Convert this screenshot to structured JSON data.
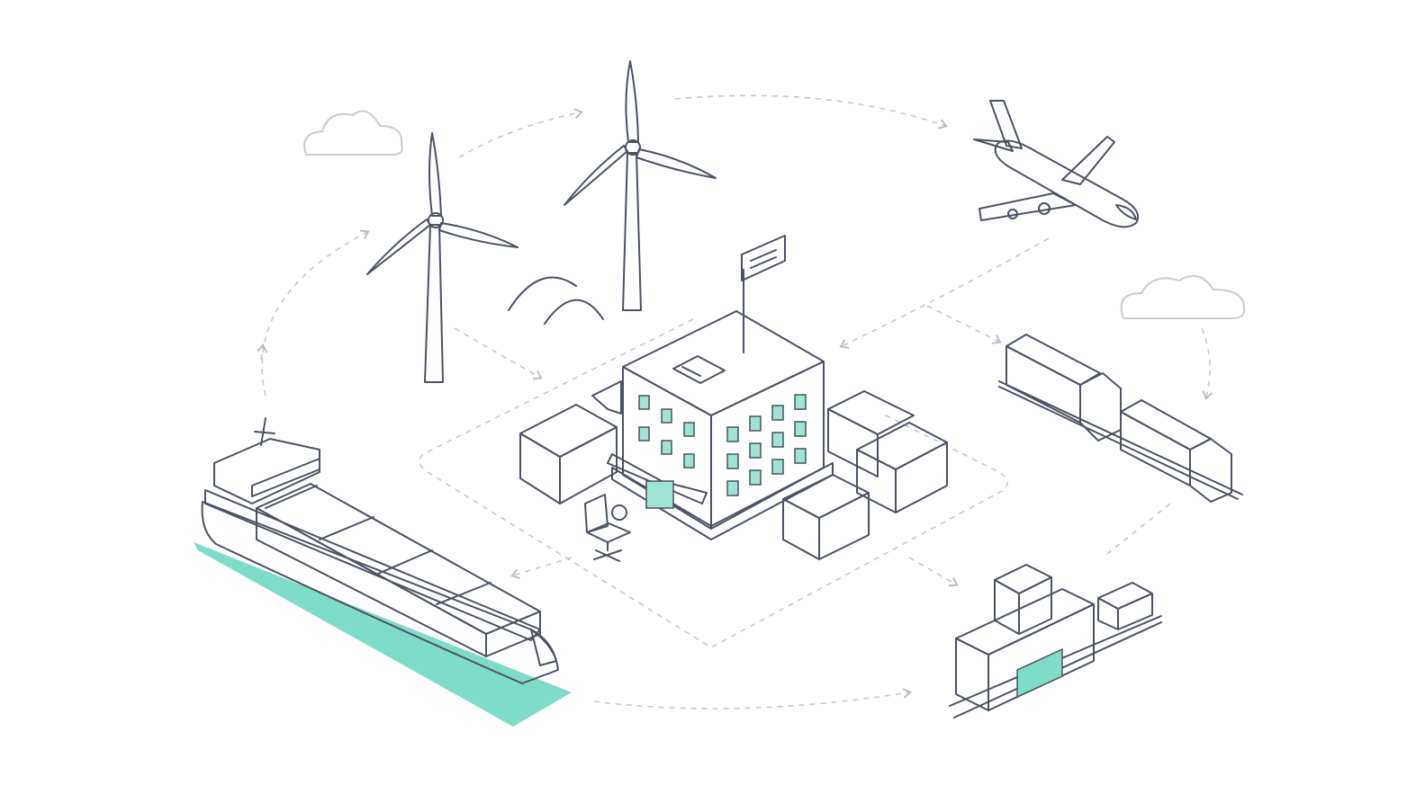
{
  "illustration": {
    "colors": {
      "accent": "#7fdcc8",
      "outline": "#4b5263",
      "container_side": "#8c919e",
      "container_top": "#b4b8c2",
      "building_wall": "#f1f2f4",
      "window": "#9fe3d3",
      "dashed_path": "#c3c7cf",
      "background": "#ffffff"
    },
    "elements": [
      "wind-turbine",
      "wind-turbine",
      "cloud",
      "cloud",
      "airplane",
      "office-building",
      "flag-sign",
      "office-chair",
      "shipping-containers",
      "cargo-ship",
      "container-trucks",
      "container-stack-railcar",
      "dashed-flow-arrows",
      "hills"
    ]
  }
}
